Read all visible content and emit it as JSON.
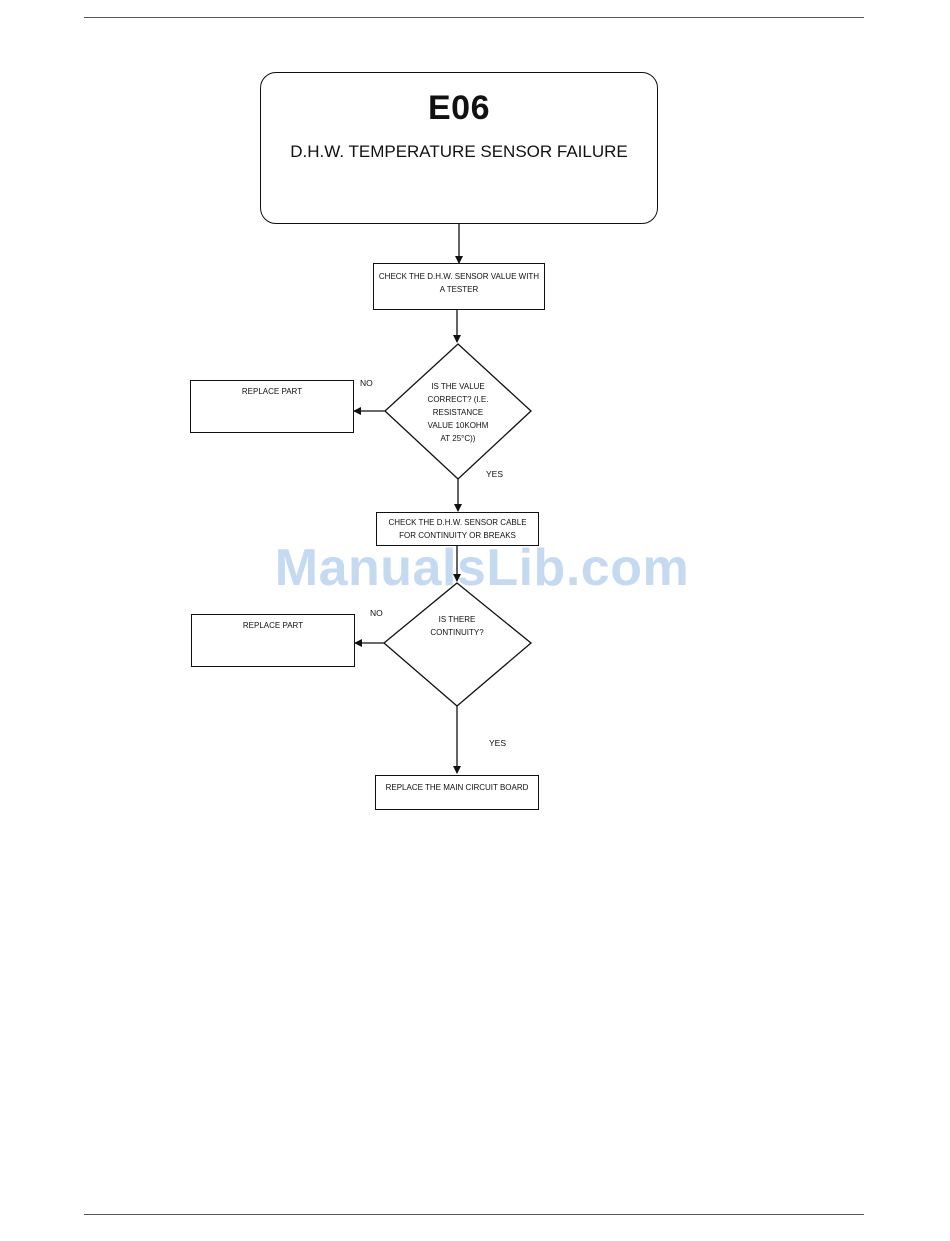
{
  "header": {
    "code": "E06",
    "title": "D.H.W. TEMPERATURE SENSOR FAILURE"
  },
  "steps": {
    "check_sensor_value": [
      "CHECK THE D.H.W. SENSOR VALUE WITH",
      "A TESTER"
    ],
    "decision_value_correct": [
      "IS THE VALUE",
      "CORRECT? (I.E.",
      "RESISTANCE",
      "VALUE 10KOHM",
      "AT 25°C))"
    ],
    "replace_part_1": "REPLACE PART",
    "check_cable": [
      "CHECK THE D.H.W. SENSOR CABLE",
      "FOR CONTINUITY OR BREAKS"
    ],
    "decision_continuity": [
      "IS THERE",
      "CONTINUITY?"
    ],
    "replace_part_2": "REPLACE PART",
    "replace_board": "REPLACE THE MAIN CIRCUIT BOARD"
  },
  "labels": {
    "no_1": "NO",
    "yes_1": "YES",
    "no_2": "NO",
    "yes_2": "YES"
  },
  "watermark": "ManualsLib.com"
}
